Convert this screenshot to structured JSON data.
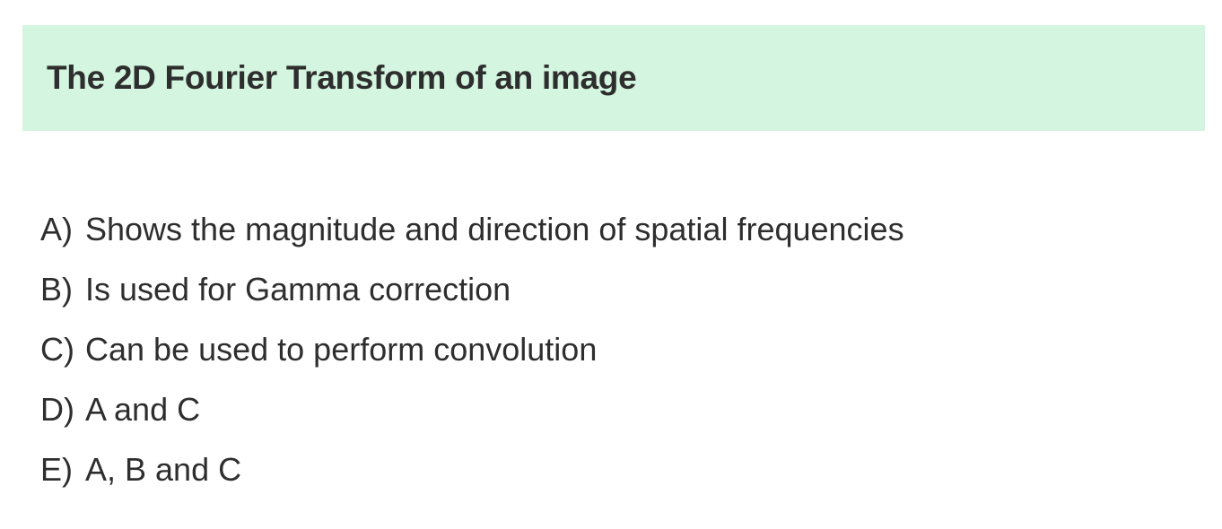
{
  "question": {
    "title": "The 2D Fourier Transform of an image"
  },
  "options": [
    {
      "letter": "A)",
      "text": "Shows the magnitude and direction of spatial frequencies"
    },
    {
      "letter": "B)",
      "text": "Is used for Gamma correction"
    },
    {
      "letter": "C)",
      "text": "Can be used to perform convolution"
    },
    {
      "letter": "D)",
      "text": "A and C"
    },
    {
      "letter": "E)",
      "text": "A, B and C"
    }
  ],
  "colors": {
    "header_background": "#d4f5df",
    "text": "#2e2e2e",
    "page_background": "#ffffff"
  }
}
